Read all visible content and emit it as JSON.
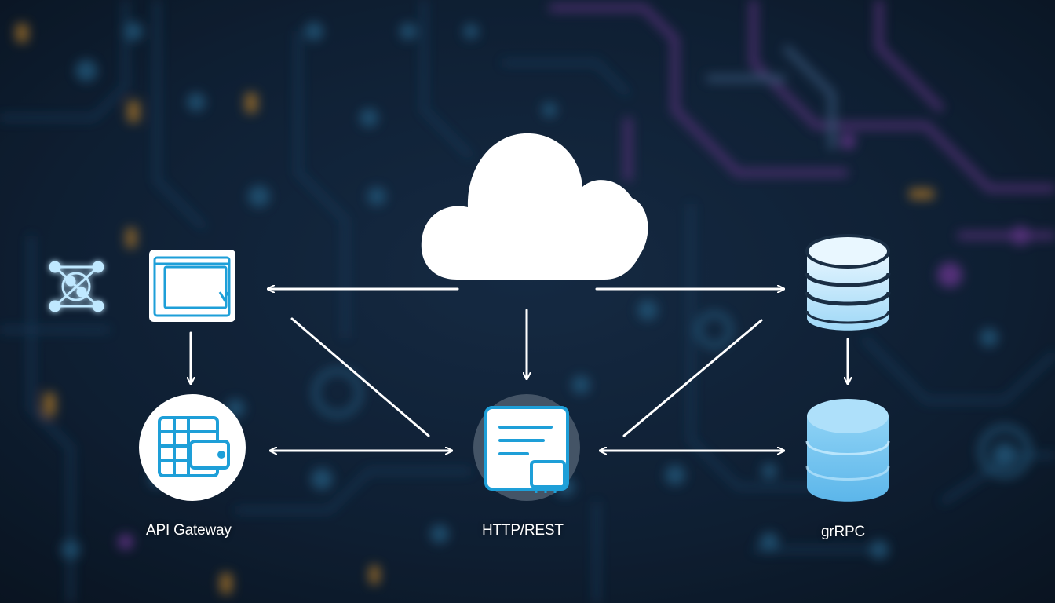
{
  "diagram": {
    "labels": {
      "api_gateway": "API Gateway",
      "http_rest": "HTTP/REST",
      "grpc": "grRPC"
    },
    "nodes": [
      {
        "id": "cloud",
        "icon": "cloud-icon"
      },
      {
        "id": "service-window",
        "icon": "window-icon"
      },
      {
        "id": "api-gateway",
        "icon": "server-rack-icon"
      },
      {
        "id": "http-rest",
        "icon": "document-icon"
      },
      {
        "id": "database-top",
        "icon": "database-icon"
      },
      {
        "id": "grpc",
        "icon": "database-icon"
      },
      {
        "id": "network",
        "icon": "network-nodes-icon"
      }
    ],
    "colors": {
      "background": "#0f1c2c",
      "accent_blue": "#1e9fd8",
      "accent_purple": "#7a3f9e",
      "accent_orange": "#c98a2e",
      "arrow": "#ffffff"
    }
  }
}
